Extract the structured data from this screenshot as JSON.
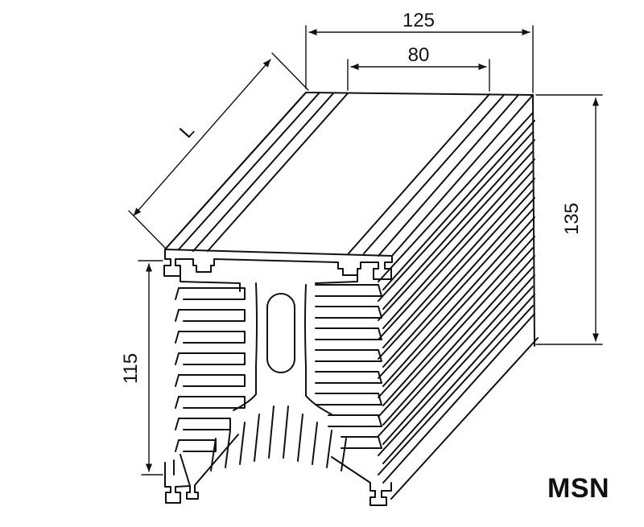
{
  "dimensions": {
    "overall_width": "125",
    "channel_width": "80",
    "length": "L",
    "height_right": "135",
    "height_left": "115"
  },
  "model_label": "MSN",
  "colors": {
    "line": "#111111",
    "background": "#ffffff"
  }
}
